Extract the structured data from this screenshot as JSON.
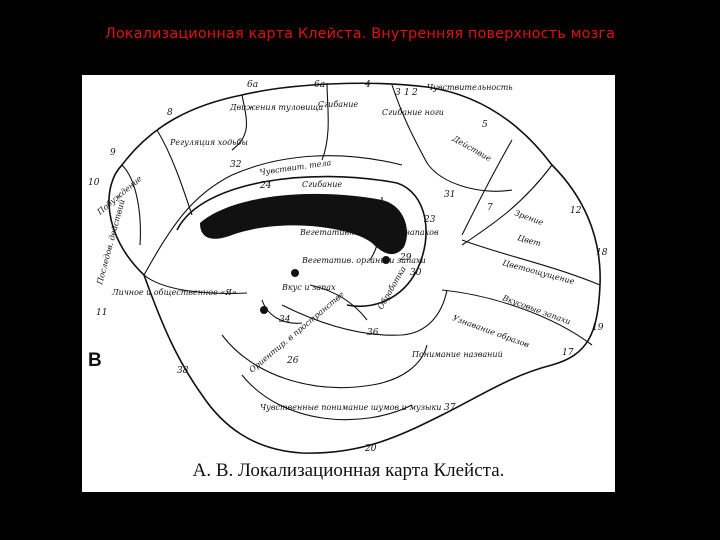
{
  "slide": {
    "title": "Локализационная карта Клейста. Внутренняя поверхность мозга"
  },
  "figure": {
    "panel_letter": "В",
    "caption": "А. В. Локализационная карта Клейста.",
    "area_numbers": [
      "6a",
      "6a",
      "4",
      "3",
      "1",
      "2",
      "5",
      "8",
      "7",
      "9",
      "32",
      "24",
      "31",
      "10",
      "23",
      "12",
      "18",
      "19",
      "11",
      "29",
      "30",
      "34",
      "17",
      "26",
      "36",
      "38",
      "37",
      "20"
    ],
    "region_labels": [
      "Движения туловища",
      "Регуляция ходьбы",
      "Побуждение",
      "Последов. действий",
      "Личное и общественное «Я»",
      "Чувствит. тела",
      "Сгибание",
      "Чувствительность",
      "Сгибание",
      "Сгибание ноги",
      "Действие",
      "Вегетативные центры запахов",
      "Вегетатив. органы и запахи",
      "Вкус и запах",
      "Чувственные понимание шумов и музыки",
      "Понимание названий",
      "Узнавание образов",
      "Цветоощущение",
      "Вкусовые запахи",
      "Зрение",
      "Цвет",
      "Ориентир. в пространстве",
      "Обработка"
    ]
  }
}
